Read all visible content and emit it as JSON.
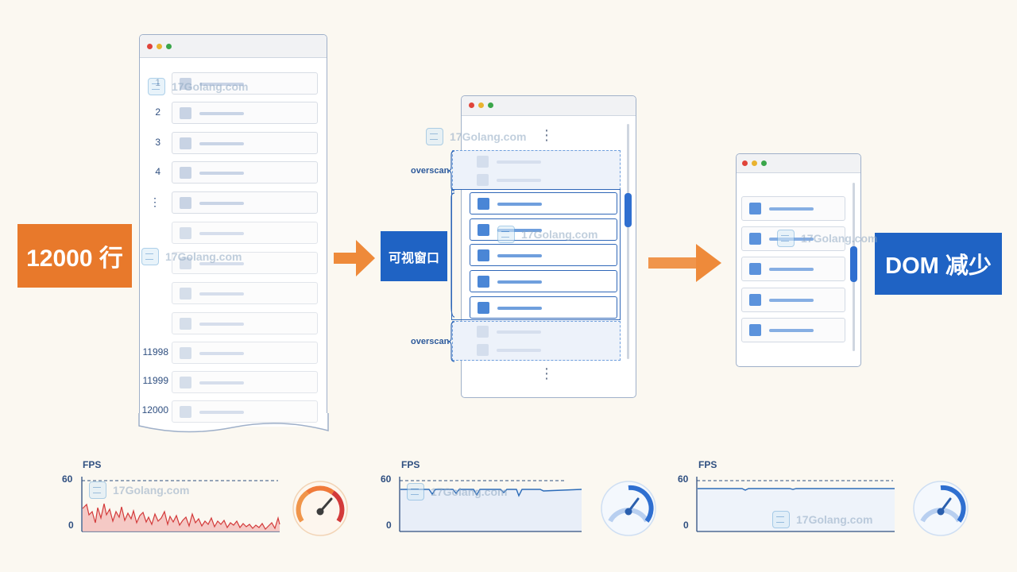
{
  "left_badge": {
    "label": "12000 行",
    "color": "#e8792b"
  },
  "middle_badge": {
    "label": "可视窗口",
    "color": "#1f63c4"
  },
  "right_badge": {
    "label": "DOM 减少",
    "color": "#1f63c4"
  },
  "list_window": {
    "row_numbers": [
      "1",
      "2",
      "3",
      "4",
      "⋮",
      "11998",
      "11999",
      "12000"
    ]
  },
  "virtual_window": {
    "overscan_top_label": "overscan",
    "overscan_bottom_label": "overscan",
    "ellipsis_top": "⋮",
    "ellipsis_bottom": "⋮"
  },
  "watermark": {
    "text": "17Golang.com"
  },
  "fps_charts": [
    {
      "axis_title": "FPS",
      "y_max_label": "60",
      "y_min_label": "0",
      "theme": "red"
    },
    {
      "axis_title": "FPS",
      "y_max_label": "60",
      "y_min_label": "0",
      "theme": "blue"
    },
    {
      "axis_title": "FPS",
      "y_max_label": "60",
      "y_min_label": "0",
      "theme": "blue"
    }
  ],
  "colors": {
    "orange": "#e8792b",
    "blue": "#1f63c4",
    "fps_bad": "#d33a3a",
    "fps_good": "#2d6cb8"
  }
}
